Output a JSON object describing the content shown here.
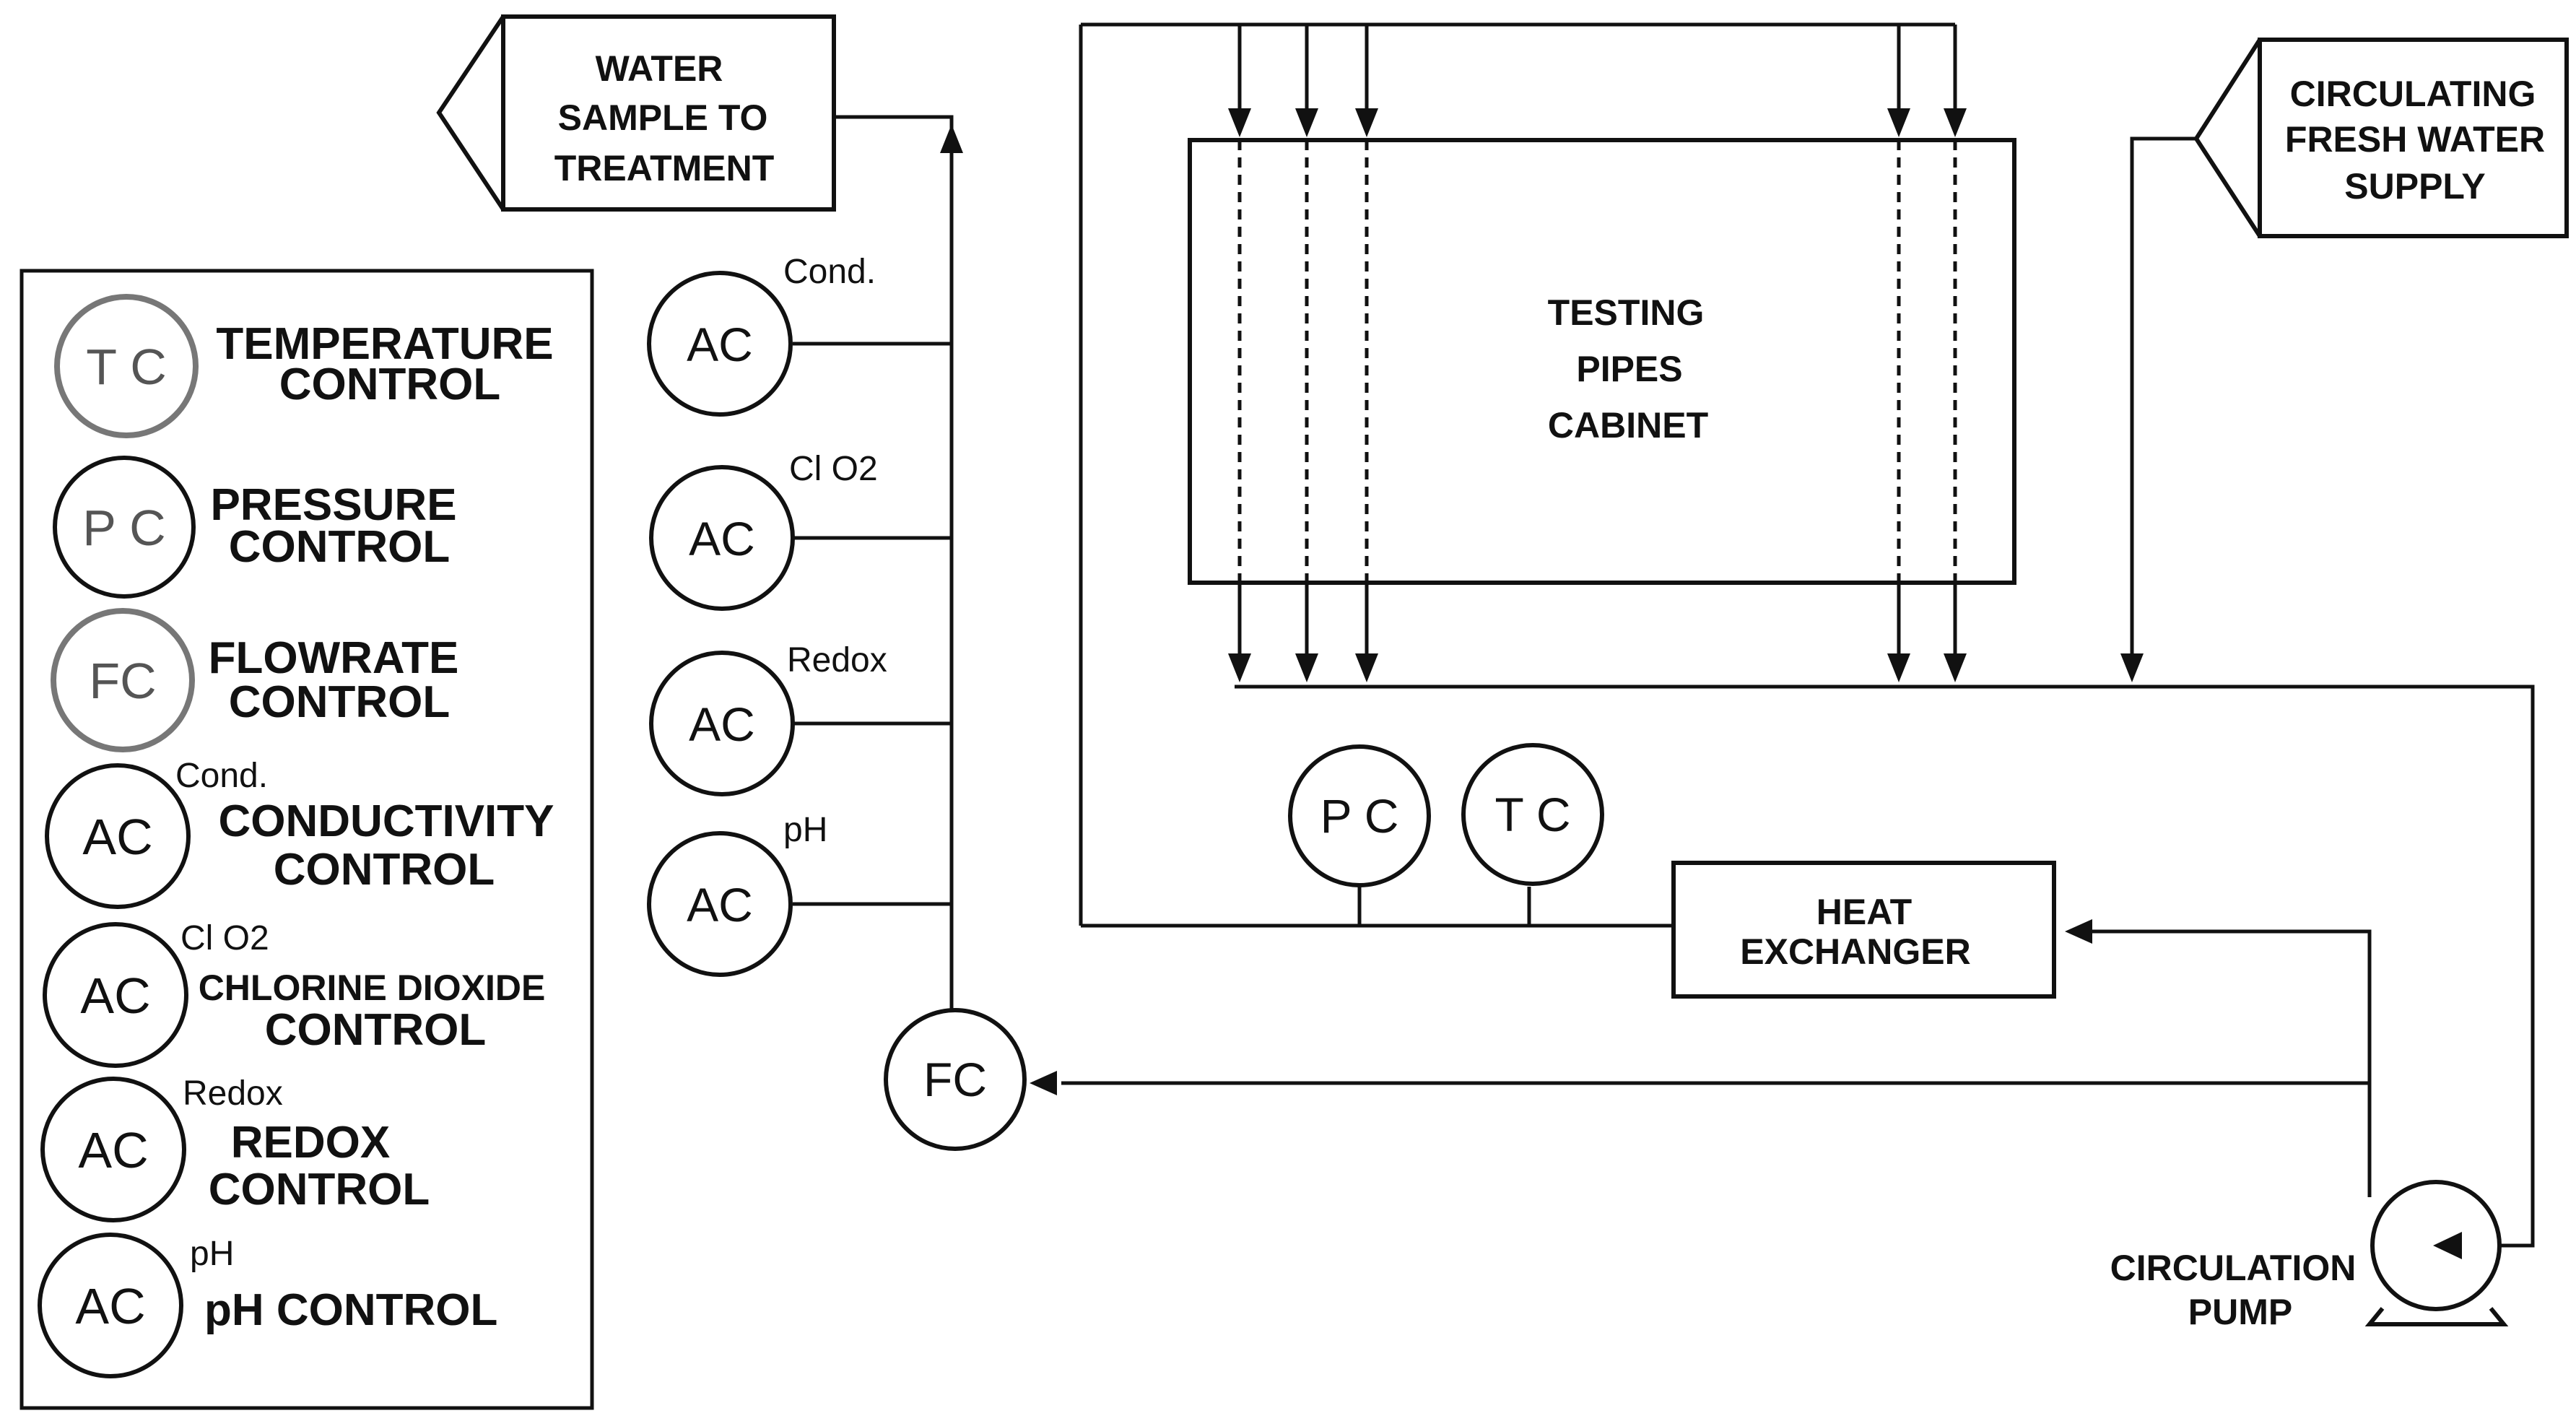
{
  "boxes": {
    "water_sample": [
      "WATER",
      "SAMPLE TO",
      "TREATMENT"
    ],
    "fresh_water": [
      "CIRCULATING",
      "FRESH  WATER",
      "SUPPLY"
    ],
    "cabinet": [
      "TESTING",
      "PIPES",
      "CABINET"
    ],
    "heat_exchanger": [
      "HEAT",
      "EXCHANGER"
    ]
  },
  "pump_label": [
    "CIRCULATION",
    "PUMP"
  ],
  "instruments": {
    "fc": "FC",
    "pc": "P C",
    "tc": "T C",
    "analyzers": [
      {
        "symbol": "AC",
        "tag": "Cond."
      },
      {
        "symbol": "AC",
        "tag": "Cl O2"
      },
      {
        "symbol": "AC",
        "tag": "Redox"
      },
      {
        "symbol": "AC",
        "tag": "pH"
      }
    ]
  },
  "legend": [
    {
      "symbol": "T C",
      "tag": "",
      "lines": [
        "TEMPERATURE",
        "CONTROL"
      ]
    },
    {
      "symbol": "P C",
      "tag": "",
      "lines": [
        "PRESSURE",
        "CONTROL"
      ]
    },
    {
      "symbol": "FC",
      "tag": "",
      "lines": [
        "FLOWRATE",
        "CONTROL"
      ]
    },
    {
      "symbol": "AC",
      "tag": "Cond.",
      "lines": [
        "CONDUCTIVITY",
        "CONTROL"
      ]
    },
    {
      "symbol": "AC",
      "tag": "Cl O2",
      "lines": [
        "CHLORINE DIOXIDE",
        "CONTROL"
      ]
    },
    {
      "symbol": "AC",
      "tag": "Redox",
      "lines": [
        "REDOX",
        "CONTROL"
      ]
    },
    {
      "symbol": "AC",
      "tag": "pH",
      "lines": [
        "pH CONTROL"
      ]
    }
  ]
}
